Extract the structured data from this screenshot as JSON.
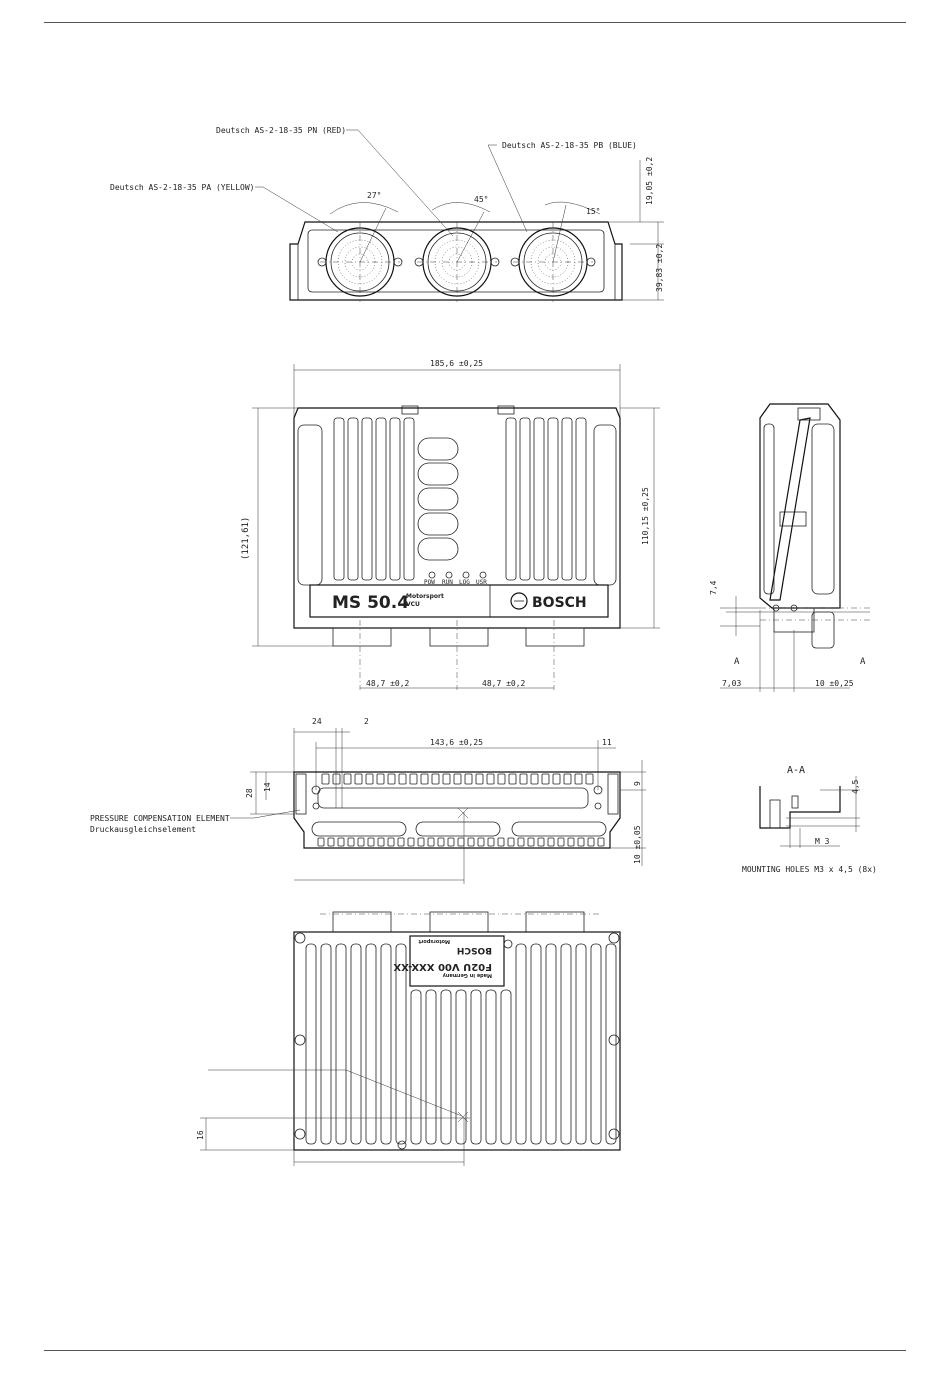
{
  "labels": {
    "connector_pn": "Deutsch AS-2-18-35 PN (RED)",
    "connector_pb": "Deutsch AS-2-18-35 PB (BLUE)",
    "connector_pa": "Deutsch AS-2-18-35 PA (YELLOW)",
    "pressure_en": "PRESSURE COMPENSATION ELEMENT",
    "pressure_de": "Druckausgleichselement",
    "section_aa": "A-A",
    "section_mark_a": "A",
    "mounting_holes": "MOUNTING HOLES M3 x 4,5 (8x)",
    "thread_m3": "M 3"
  },
  "dimensions": {
    "angle_27": "27°",
    "angle_45": "45°",
    "angle_15": "15°",
    "d_19_05": "19,05 ±0,2",
    "d_39_83": "39,83 ±0,2",
    "d_185_6": "185,6 ±0,25",
    "d_121_61": "(121,61)",
    "d_110_15": "110,15 ±0,25",
    "d_48_7_a": "48,7 ±0,2",
    "d_48_7_b": "48,7 ±0,2",
    "d_7_4": "7,4",
    "d_7_03": "7,03",
    "d_10_side": "10 ±0,25",
    "d_24": "24",
    "d_2": "2",
    "d_143_6": "143,6 ±0,25",
    "d_11": "11",
    "d_28": "28",
    "d_14": "14",
    "d_9": "9",
    "d_10_bottom": "10 ±0,05",
    "d_4_5": "4,5",
    "d_16": "16"
  },
  "front_panel": {
    "model": "MS 50.4",
    "sub_1": "Motorsport",
    "sub_2": "VCU",
    "brand": "BOSCH",
    "leds": [
      "POW",
      "RUN",
      "LOG",
      "USR"
    ]
  },
  "rear_label": {
    "brand": "BOSCH",
    "sub": "Motorsport",
    "part": "F02U V00 XXX-XX",
    "origin": "Made in Germany"
  }
}
